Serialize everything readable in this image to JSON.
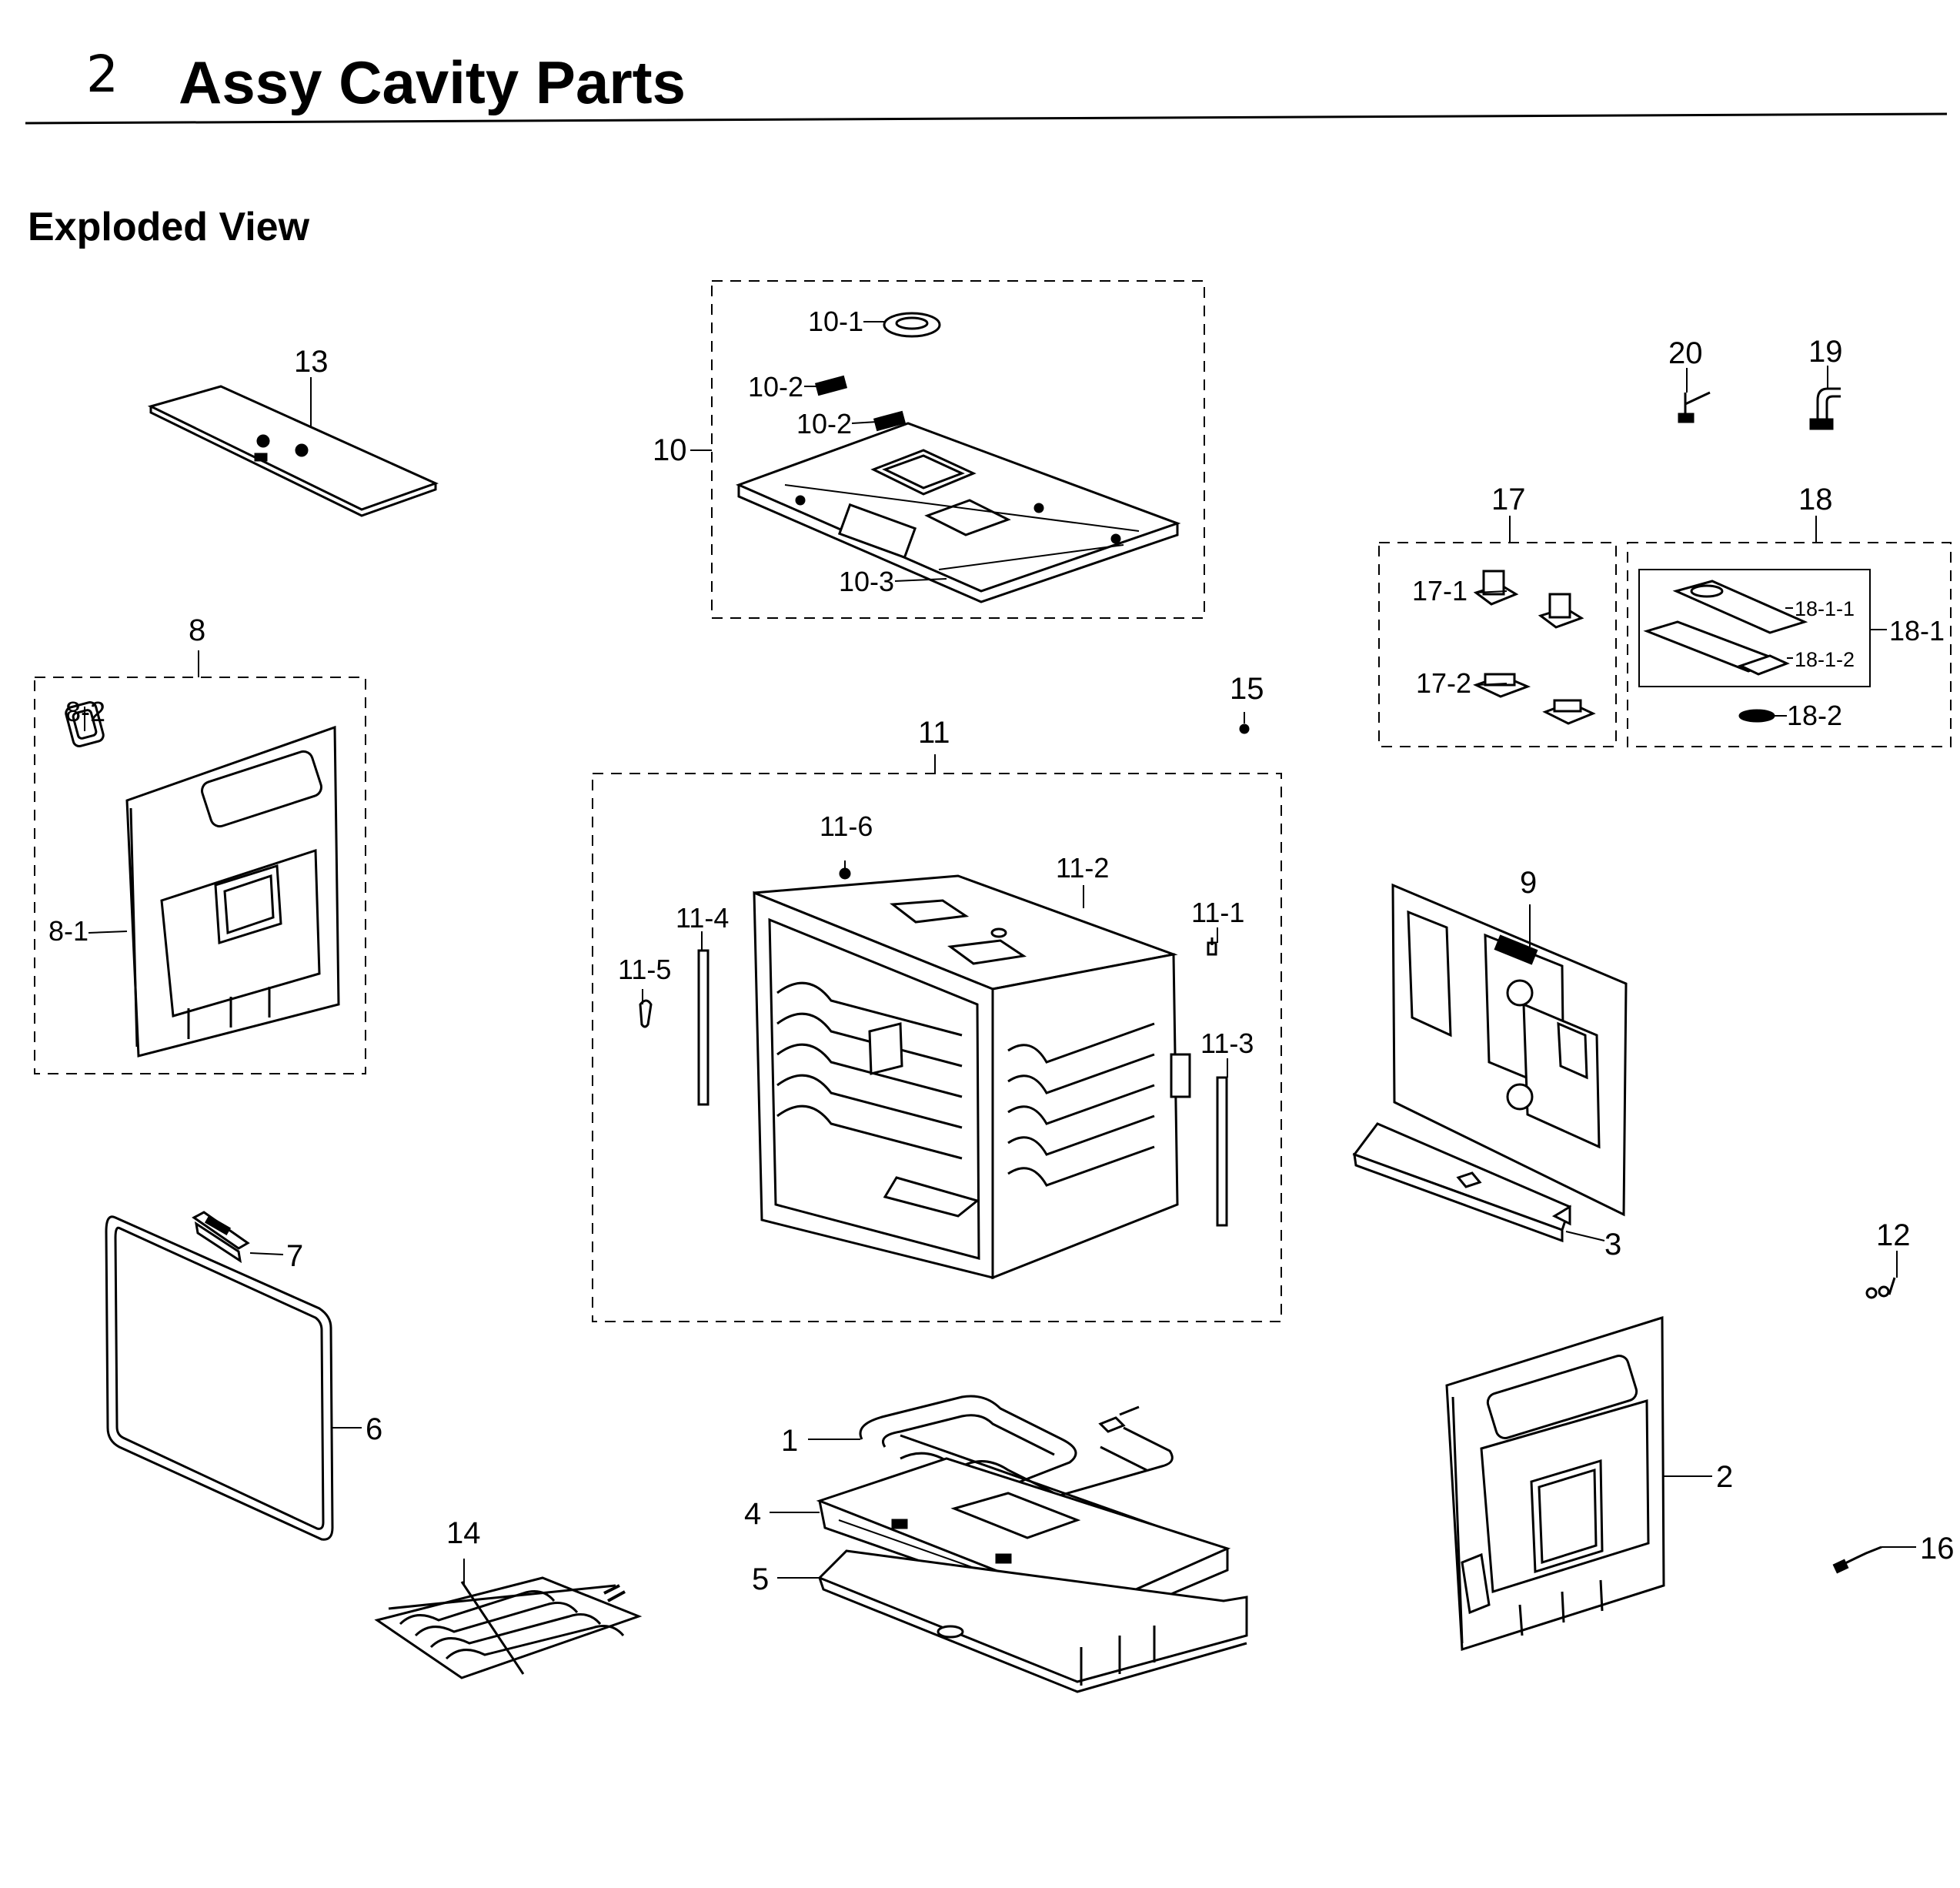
{
  "header": {
    "section_number": "2",
    "title": "Assy Cavity Parts",
    "subtitle": "Exploded View"
  },
  "labels": {
    "p1": "1",
    "p2": "2",
    "p3": "3",
    "p4": "4",
    "p5": "5",
    "p6": "6",
    "p7": "7",
    "p8": "8",
    "p8_1": "8-1",
    "p8_2": "8-2",
    "p9": "9",
    "p10": "10",
    "p10_1": "10-1",
    "p10_2a": "10-2",
    "p10_2b": "10-2",
    "p10_3": "10-3",
    "p11": "11",
    "p11_1": "11-1",
    "p11_2": "11-2",
    "p11_3": "11-3",
    "p11_4": "11-4",
    "p11_5": "11-5",
    "p11_6": "11-6",
    "p12": "12",
    "p13": "13",
    "p14": "14",
    "p15": "15",
    "p16": "16",
    "p17": "17",
    "p17_1": "17-1",
    "p17_2": "17-2",
    "p18": "18",
    "p18_1": "18-1",
    "p18_1_1": "18-1-1",
    "p18_1_2": "18-1-2",
    "p18_2": "18-2",
    "p19": "19",
    "p20": "20"
  }
}
